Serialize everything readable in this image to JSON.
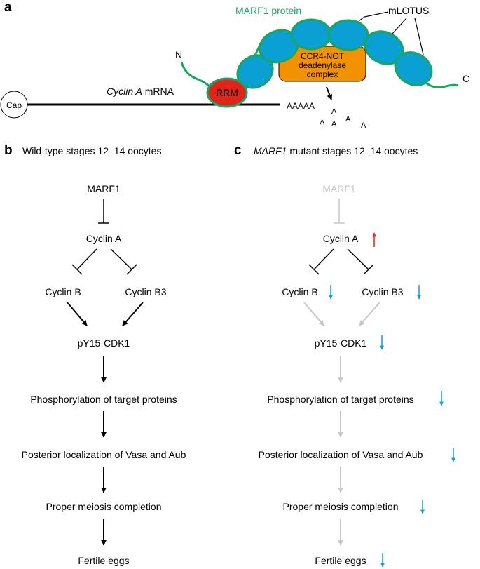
{
  "panel_a": {
    "letter": "a",
    "protein_label": "MARF1 protein",
    "mlotus_label": "mLOTUS",
    "n_terminus": "N",
    "c_terminus": "C",
    "complex_line1": "CCR4-NOT",
    "complex_line2": "deadenylase",
    "complex_line3": "complex",
    "rrm_label": "RRM",
    "mrna_gene": "Cyclin A",
    "mrna_suffix": " mRNA",
    "cap_label": "Cap",
    "polya_tail": "AAAAA",
    "released_a": [
      "A",
      "A",
      "A",
      "A",
      "A"
    ],
    "colors": {
      "green": "#1aa560",
      "blue": "#0aa0d4",
      "orange": "#f39200",
      "red": "#e2231a"
    }
  },
  "panel_b": {
    "letter": "b",
    "title": "Wild-type stages 12–14 oocytes",
    "nodes": {
      "marf1": "MARF1",
      "cyclin_a": "Cyclin A",
      "cyclin_b": "Cyclin B",
      "cyclin_b3": "Cyclin B3",
      "cdk1": "pY15-CDK1",
      "phospho": "Phosphorylation of target proteins",
      "posterior": "Posterior localization of Vasa and Aub",
      "meiosis": "Proper meiosis completion",
      "eggs": "Fertile eggs"
    }
  },
  "panel_c": {
    "letter": "c",
    "title_gene": "MARF1",
    "title_rest": " mutant stages 12–14 oocytes",
    "nodes": {
      "marf1": "MARF1",
      "cyclin_a": "Cyclin A",
      "cyclin_b": "Cyclin B",
      "cyclin_b3": "Cyclin B3",
      "cdk1": "pY15-CDK1",
      "phospho": "Phosphorylation of target proteins",
      "posterior": "Posterior localization of Vasa and Aub",
      "meiosis": "Proper meiosis completion",
      "eggs": "Fertile eggs"
    },
    "colors": {
      "up_arrow": "#e2231a",
      "down_arrow": "#0aa0d4",
      "faded": "#c8c8c8"
    }
  }
}
